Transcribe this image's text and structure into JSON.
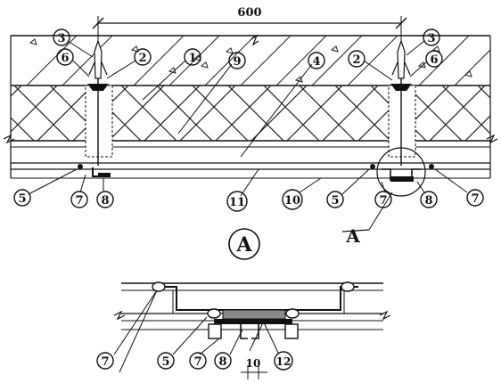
{
  "top_dimension": "600",
  "detail_label": "A",
  "section_marker": "A",
  "bottom_dimension": "10",
  "main_callouts": {
    "c1": "1",
    "c2a": "2",
    "c2b": "2",
    "c3a": "3",
    "c3b": "3",
    "c4": "4",
    "c5a": "5",
    "c5b": "5",
    "c6a": "6",
    "c6b": "6",
    "c7a": "7",
    "c7b": "7",
    "c7c": "7",
    "c8a": "8",
    "c8b": "8",
    "c9": "9",
    "c10": "10",
    "c11": "11"
  },
  "detail_callouts": {
    "d7a": "7",
    "d5": "5",
    "d7b": "7",
    "d8": "8",
    "d12": "12"
  }
}
